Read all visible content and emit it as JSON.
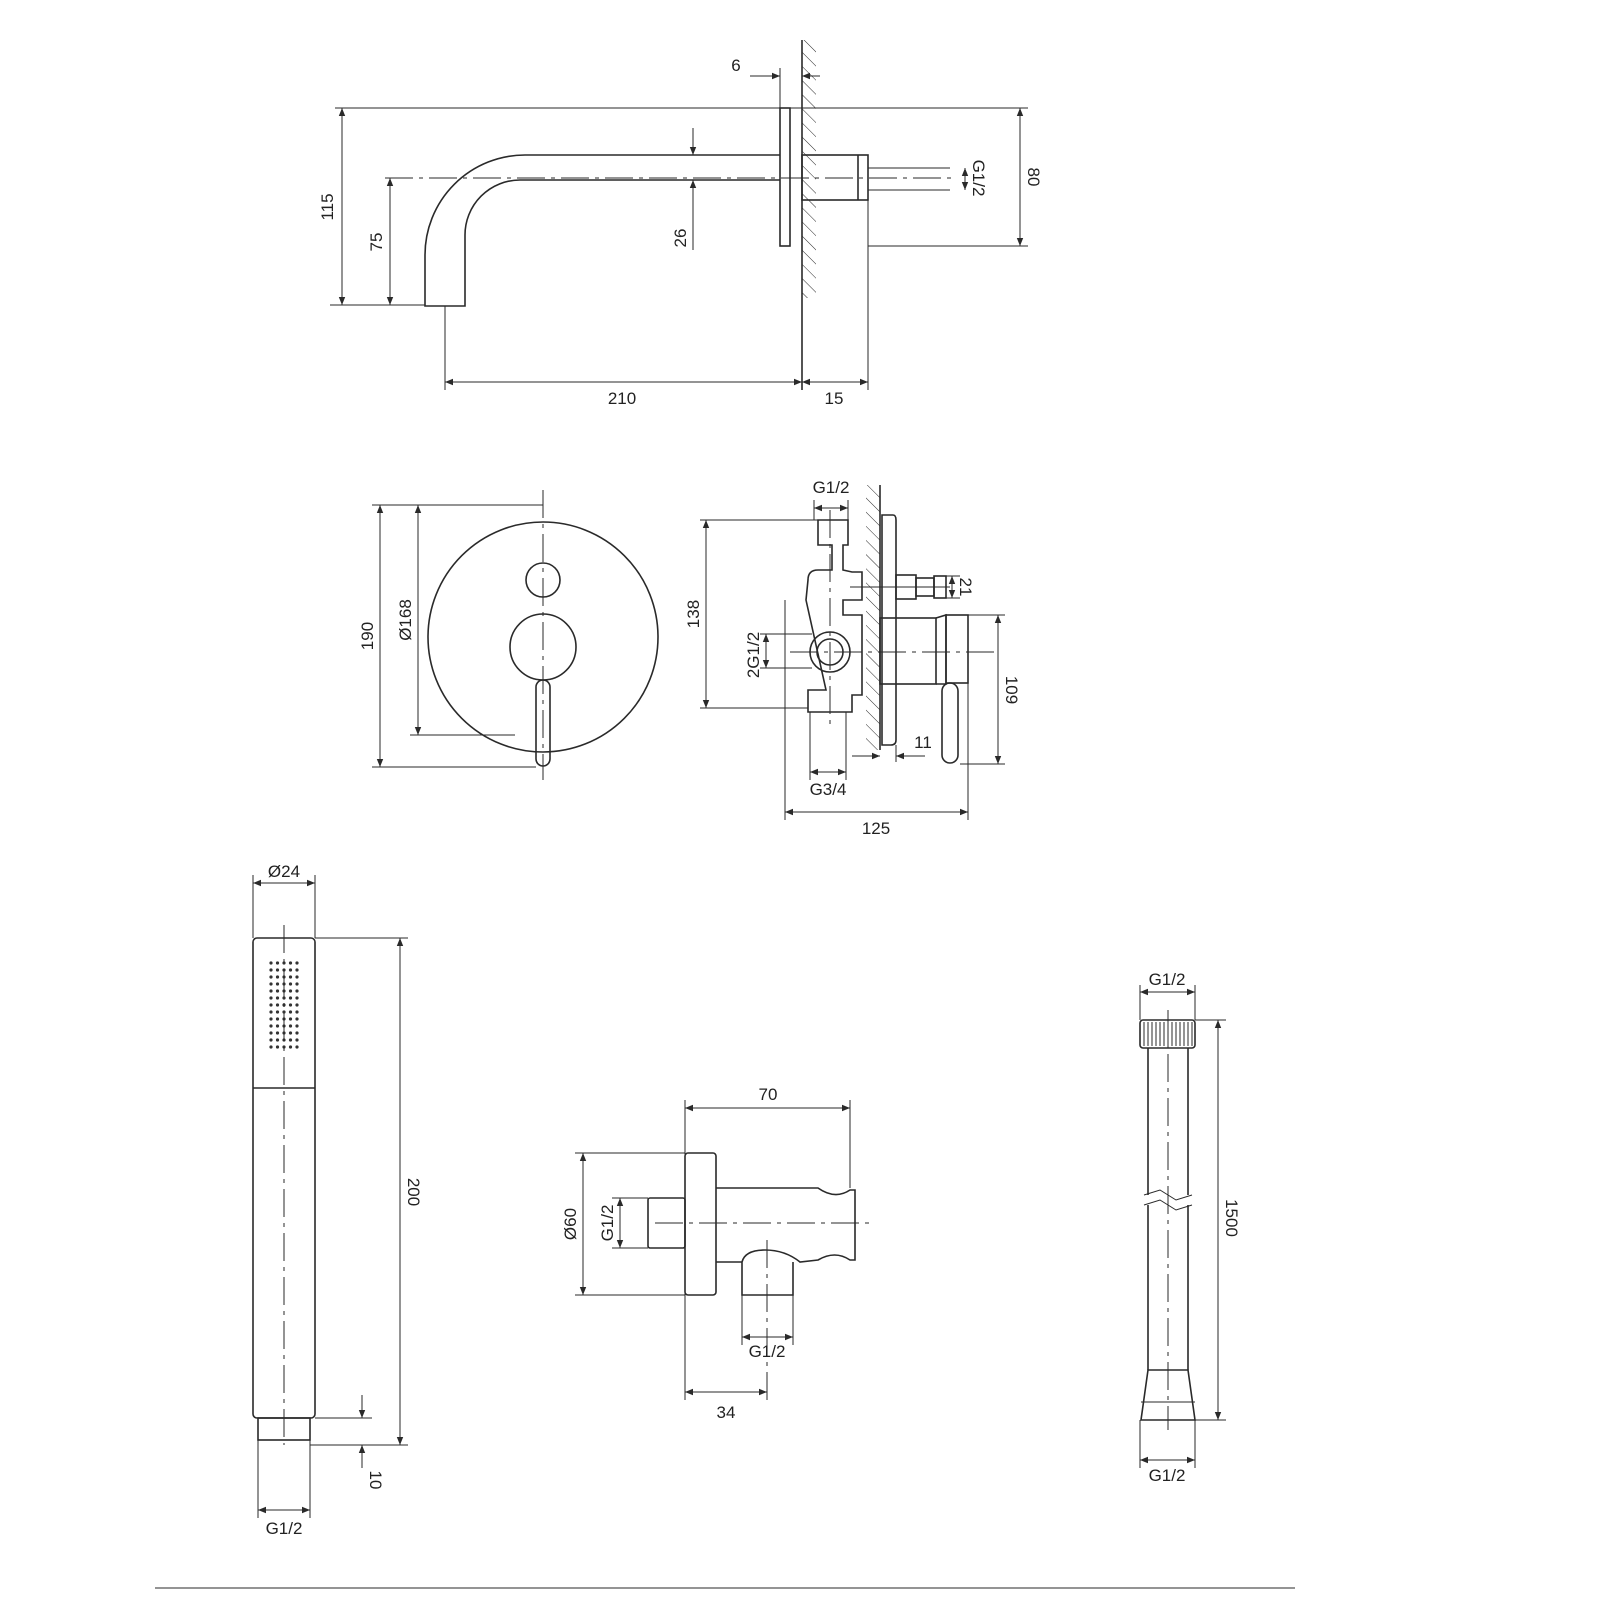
{
  "spout": {
    "d_wall_gap": "6",
    "d_height_total": "115",
    "d_height_outlet": "75",
    "d_tube": "26",
    "d_thread": "G1/2",
    "d_plate": "80",
    "d_length": "210",
    "d_depth": "15"
  },
  "mixer_front": {
    "d_plate": "190",
    "d_diameter": "Ø168"
  },
  "mixer_side": {
    "d_top_thread": "G1/2",
    "d_height": "138",
    "d_side": "21",
    "d_outlets": "2G1/2",
    "d_lever": "109",
    "d_offset": "11",
    "d_inlet": "G3/4",
    "d_depth": "125"
  },
  "hand_shower": {
    "d_diameter": "Ø24",
    "d_length": "200",
    "d_thread_len": "10",
    "d_thread": "G1/2"
  },
  "wall_outlet": {
    "d_length": "70",
    "d_diameter": "Ø60",
    "d_inlet": "G1/2",
    "d_outlet": "G1/2",
    "d_offset": "34"
  },
  "hose": {
    "d_top": "G1/2",
    "d_length": "1500",
    "d_bottom": "G1/2"
  }
}
